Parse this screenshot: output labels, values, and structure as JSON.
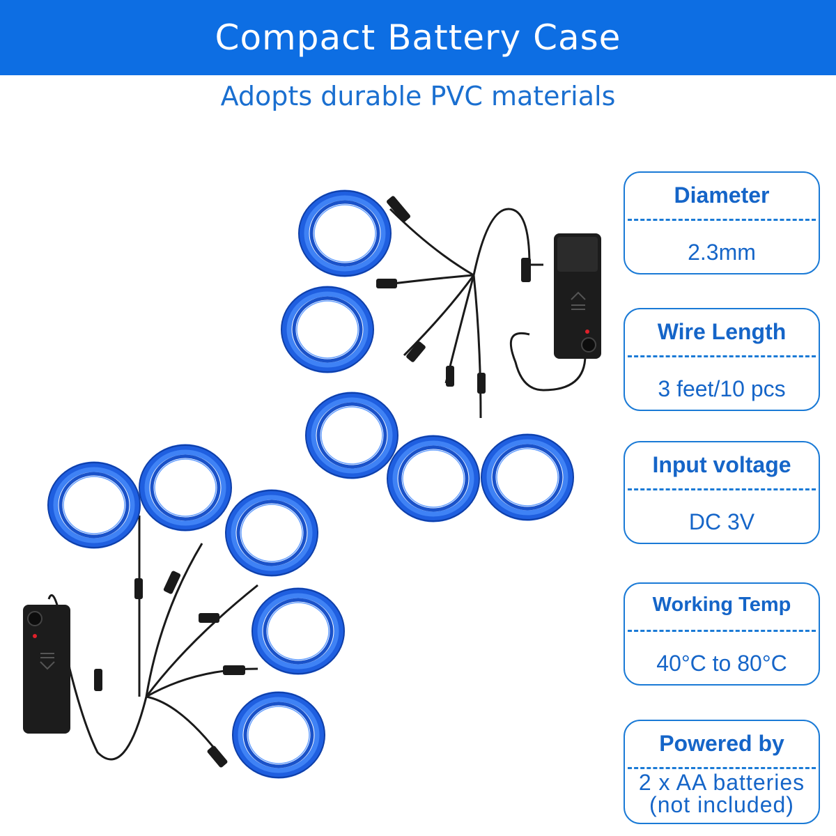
{
  "header": {
    "title": "Compact Battery Case"
  },
  "subtitle": "Adopts durable PVC materials",
  "specs": [
    {
      "label": "Diameter",
      "value": "2.3mm"
    },
    {
      "label": "Wire Length",
      "value": "3 feet/10 pcs"
    },
    {
      "label": "Input voltage",
      "value": "DC 3V"
    },
    {
      "label": "Working Temp",
      "value": "40°C to 80°C"
    },
    {
      "label": "Powered by",
      "value_lines": [
        "2 x AA batteries",
        "(not included)"
      ]
    }
  ],
  "colors": {
    "header_bg": "#0d6ee3",
    "accent": "#1565c8",
    "wire_blue": "#1f5fe0",
    "battery_case": "#1c1c1c",
    "led_red": "#e0202a"
  },
  "product": {
    "icon": "el-wire-kit-illustration",
    "battery_packs": 2,
    "wire_coils_per_pack": 5
  }
}
